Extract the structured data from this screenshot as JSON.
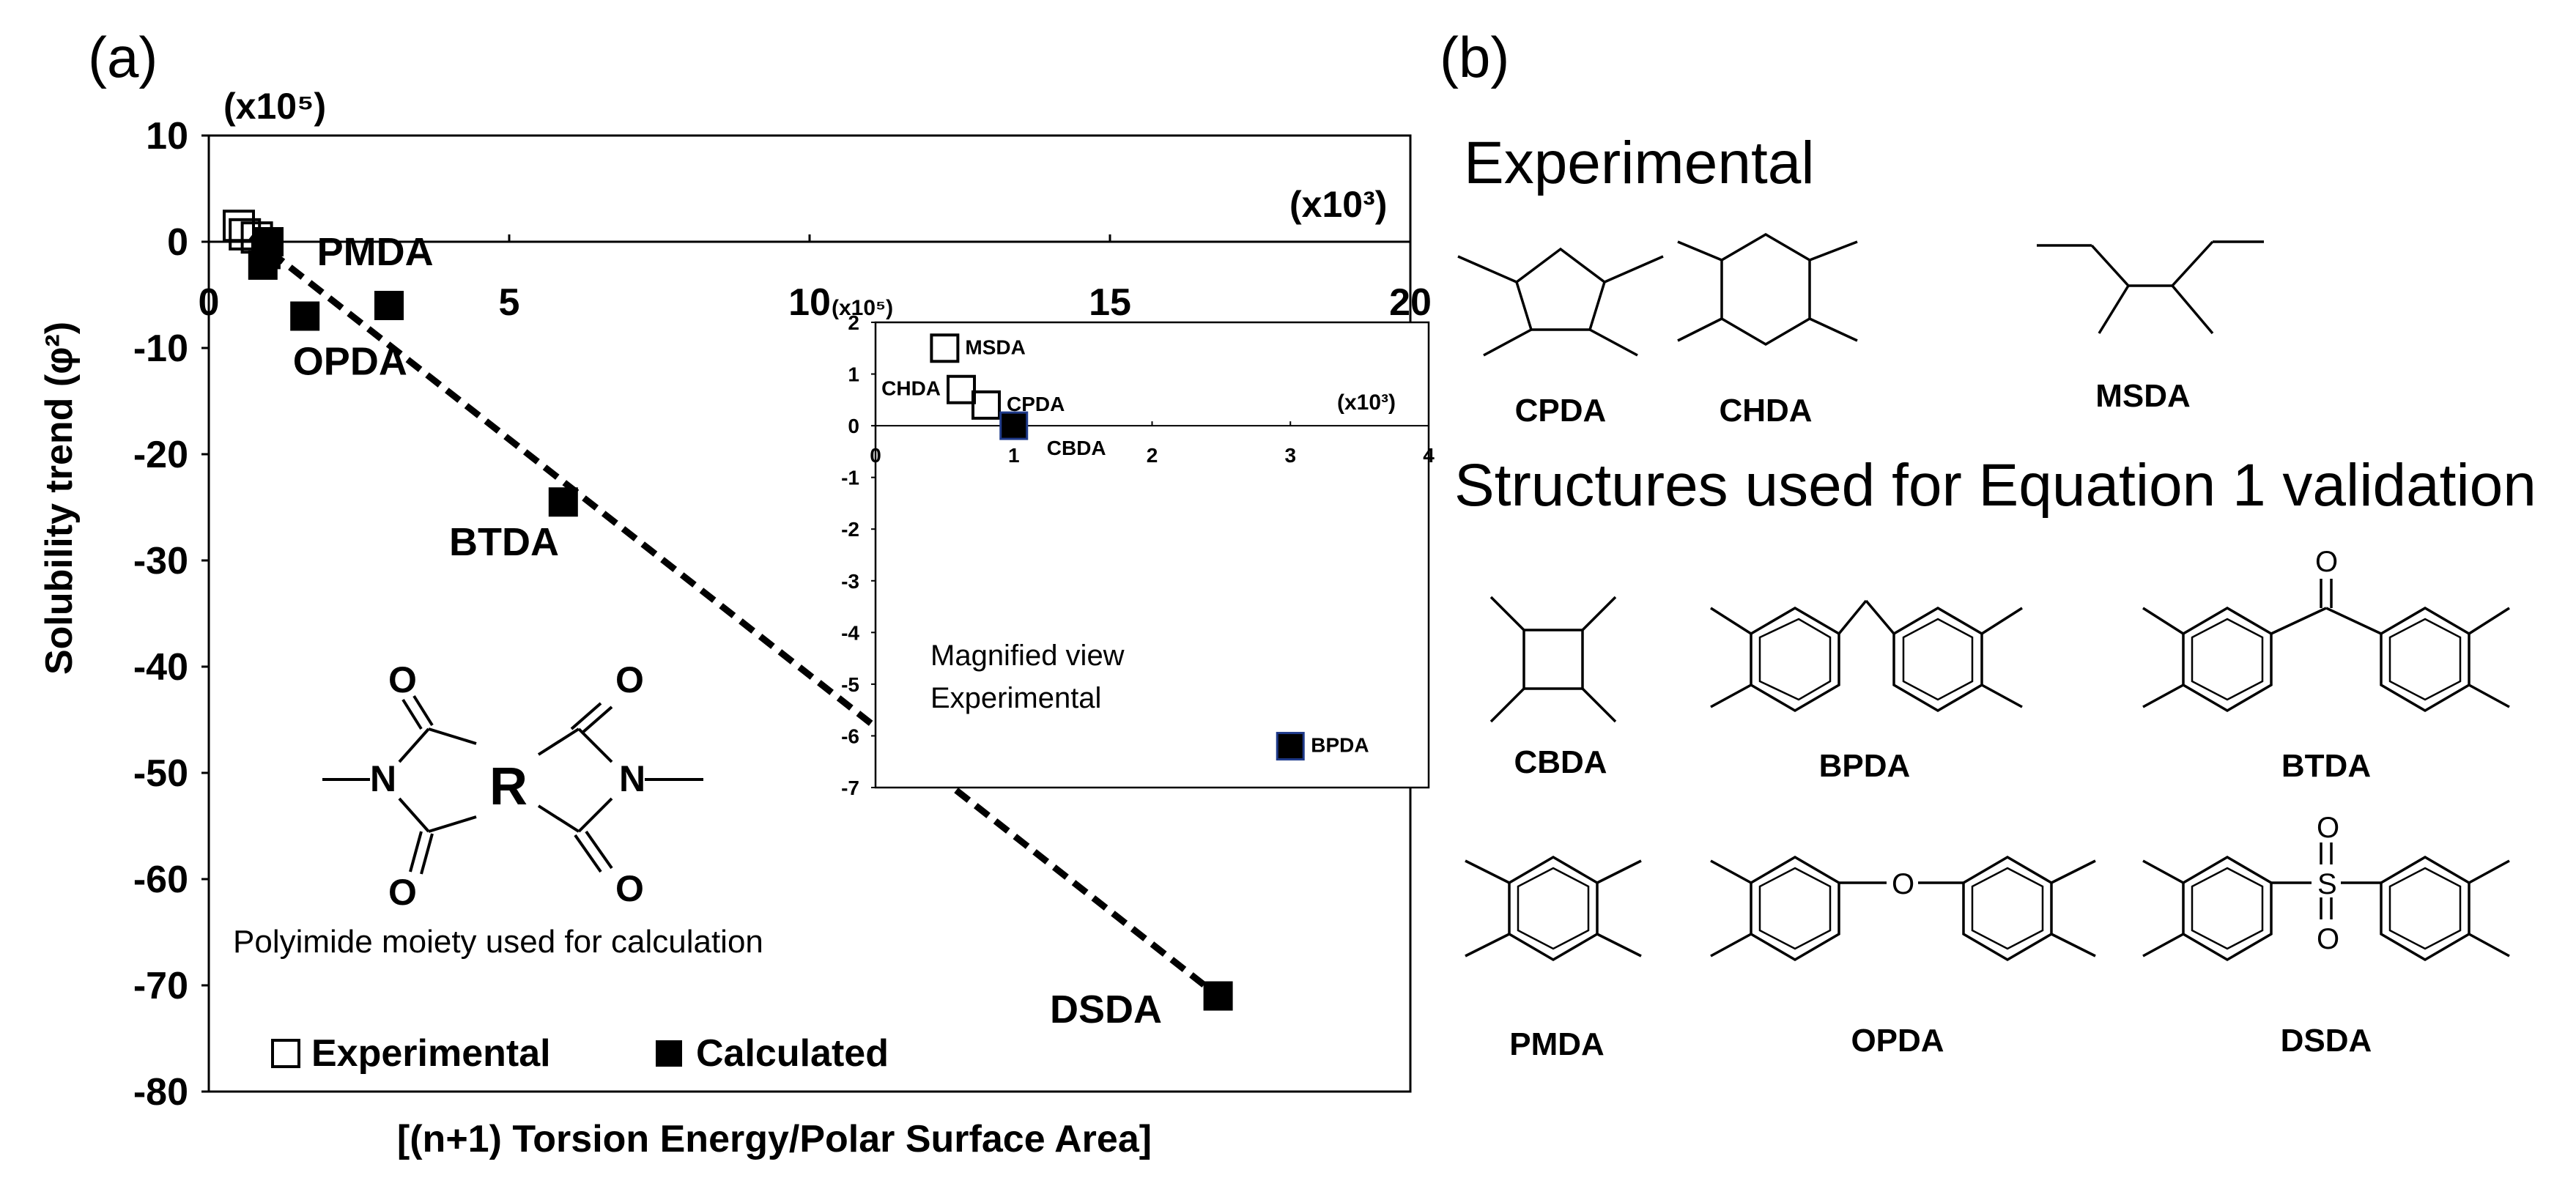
{
  "panel_a_label": "(a)",
  "panel_b_label": "(b)",
  "chart_data": [
    {
      "type": "scatter",
      "name": "main",
      "ylabel": "Solubility trend (φ²)",
      "xlabel": "[(n+1) Torsion Energy/Polar Surface Area]",
      "y_multiplier": "(x10⁵)",
      "x_multiplier": "(x10³)",
      "xlim": [
        0,
        20
      ],
      "ylim": [
        -80,
        10
      ],
      "xticks": [
        0,
        5,
        10,
        15,
        20
      ],
      "yticks": [
        10,
        0,
        -10,
        -20,
        -30,
        -40,
        -50,
        -60,
        -70,
        -80
      ],
      "grid": false,
      "series": [
        {
          "name": "Experimental",
          "marker": "open-square",
          "points": [
            {
              "x": 0.5,
              "y": 1.5
            },
            {
              "x": 0.6,
              "y": 0.7
            },
            {
              "x": 0.8,
              "y": 0.4
            }
          ]
        },
        {
          "name": "Calculated",
          "marker": "filled-square",
          "points": [
            {
              "x": 1.0,
              "y": 0.0
            },
            {
              "x": 0.95,
              "y": -1.2
            },
            {
              "x": 0.9,
              "y": -2.2
            },
            {
              "x": 1.6,
              "y": -7.0
            },
            {
              "x": 3.0,
              "y": -6.0
            },
            {
              "x": 5.9,
              "y": -24.5
            },
            {
              "x": 16.8,
              "y": -71.0
            }
          ]
        }
      ],
      "trendline": {
        "from": [
          0.7,
          0.5
        ],
        "to": [
          16.8,
          -71.0
        ],
        "style": "dashed"
      },
      "annotations": [
        {
          "text": "PMDA",
          "x": 1.8,
          "y": -2.2
        },
        {
          "text": "OPDA",
          "x": 1.4,
          "y": -12.5
        },
        {
          "text": "BTDA",
          "x": 4.0,
          "y": -29.5
        },
        {
          "text": "DSDA",
          "x": 14.0,
          "y": -73.5
        }
      ],
      "legend": [
        {
          "label": "Experimental",
          "marker": "open-square"
        },
        {
          "label": "Calculated",
          "marker": "filled-square"
        }
      ],
      "legend_position": "bottom-left"
    },
    {
      "type": "scatter",
      "name": "inset",
      "xlim": [
        0,
        4
      ],
      "ylim": [
        -7,
        2
      ],
      "xticks": [
        0,
        1,
        2,
        3,
        4
      ],
      "yticks": [
        2,
        1,
        0,
        -1,
        -2,
        -3,
        -4,
        -5,
        -6,
        -7
      ],
      "y_multiplier": "(x10⁵)",
      "x_multiplier": "(x10³)",
      "note_lines": [
        "Magnified view",
        "Experimental"
      ],
      "series": [
        {
          "name": "Experimental",
          "marker": "open-square",
          "points": [
            {
              "x": 0.5,
              "y": 1.5,
              "label": "MSDA"
            },
            {
              "x": 0.62,
              "y": 0.7,
              "label": "CHDA"
            },
            {
              "x": 0.8,
              "y": 0.4,
              "label": "CPDA"
            }
          ]
        },
        {
          "name": "Calculated",
          "marker": "filled-square",
          "points": [
            {
              "x": 1.0,
              "y": 0.0,
              "label": "CBDA"
            },
            {
              "x": 3.0,
              "y": -6.2,
              "label": "BPDA"
            }
          ]
        }
      ]
    }
  ],
  "polyimide": {
    "caption": "Polyimide moiety used for calculation",
    "R": "R",
    "N": "N",
    "O": "O"
  },
  "panel_b": {
    "experimental_heading": "Experimental",
    "validation_heading": "Structures used for Equation 1 validation",
    "structures": [
      "CPDA",
      "CHDA",
      "MSDA",
      "CBDA",
      "BPDA",
      "BTDA",
      "PMDA",
      "OPDA",
      "DSDA"
    ],
    "atom_O": "O",
    "atom_S": "S"
  }
}
